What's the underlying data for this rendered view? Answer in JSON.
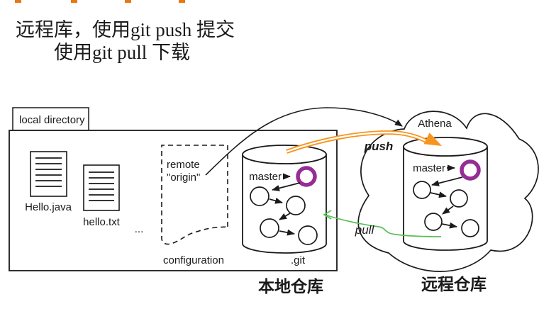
{
  "header": {
    "line1": "远程库，使用git push 提交",
    "line2": "使用git pull 下载"
  },
  "diagram": {
    "folder": {
      "label": "local directory"
    },
    "files": {
      "file1": "Hello.java",
      "file2": "hello.txt",
      "ellipsis": "..."
    },
    "config": {
      "line1": "remote",
      "line2": "\"origin\"",
      "caption": "configuration"
    },
    "local_repo": {
      "branch": "master",
      "label": ".git",
      "caption": "本地仓库"
    },
    "remote_repo": {
      "branch": "master",
      "cloud": "Athena",
      "caption": "远程仓库"
    },
    "actions": {
      "push": "push",
      "pull": "pull"
    },
    "colors": {
      "push_orange": "#f7941d",
      "push_label_orange": "#ff8c00",
      "pull_green": "#58be58",
      "pull_label_red": "#ea2a2a",
      "commit_purple": "#952d95",
      "caption_red": "#b0352c",
      "top_marks": "#e87816"
    }
  }
}
